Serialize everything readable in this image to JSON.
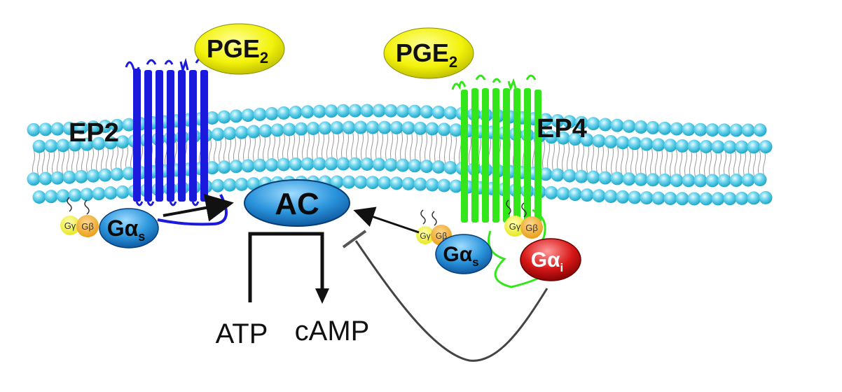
{
  "labels": {
    "pge2_left": "PGE",
    "pge2_right": "PGE",
    "pge2_sub": "2",
    "ep2": "EP2",
    "ep4": "EP4",
    "ac": "AC",
    "atp": "ATP",
    "camp": "cAMP",
    "g_alpha": "Gα",
    "sub_s": "s",
    "sub_i": "i",
    "g_gamma": "Gγ",
    "g_beta": "Gβ"
  },
  "colors": {
    "lipid_head": "#5ad0e8",
    "ep2_receptor": "#1a1adc",
    "ep4_receptor": "#33e61a",
    "pge2": "#f2f20a",
    "ac": "#1e88d4",
    "g_alpha_s": "#1e88d4",
    "g_alpha_i": "#d81818",
    "g_gamma": "#f0f020",
    "g_beta": "#f0a020"
  },
  "icons": {
    "activation": "arrow-icon",
    "inhibition": "inhibition-tbar-icon"
  }
}
